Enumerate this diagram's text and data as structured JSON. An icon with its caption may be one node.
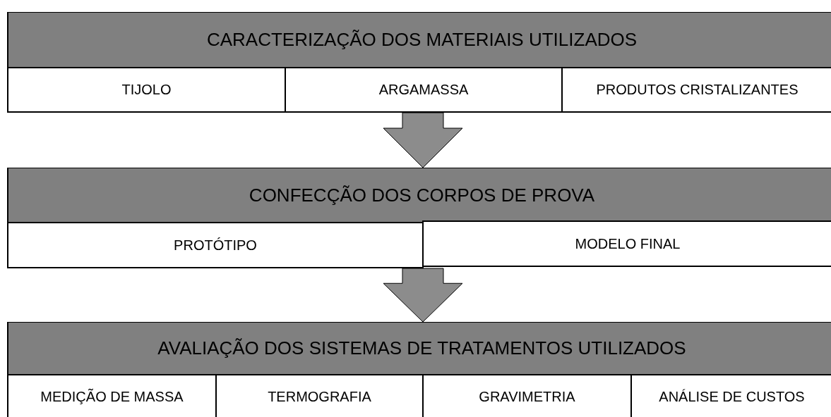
{
  "diagram": {
    "nodes": [
      {
        "text": [
          "CARACTERIZAÇÃO DOS MATERIAIS UTILIZADOS"
        ]
      },
      {
        "text": [
          "TIJOLO"
        ]
      },
      {
        "text": [
          "ARGAMASSA"
        ]
      },
      {
        "text": [
          "PRODUTOS CRISTALIZANTES"
        ]
      },
      {
        "text": [
          "CONFECÇÃO DOS CORPOS DE PROVA"
        ]
      },
      {
        "text": [
          "PROTÓTIPO"
        ]
      },
      {
        "text": [
          "MODELO FINAL"
        ]
      },
      {
        "text": [
          "AVALIAÇÃO DOS SISTEMAS DE TRATAMENTOS UTILIZADOS"
        ]
      },
      {
        "text": [
          "MEDIÇÃO DE MASSA"
        ]
      },
      {
        "text": [
          "TERMOGRAFIA"
        ]
      },
      {
        "text": [
          "GRAVIMETRIA"
        ]
      },
      {
        "text": [
          "ANÁLISE DE CUSTOS"
        ]
      }
    ],
    "edges": [
      {
        "from": 2,
        "to": 4,
        "arrow": "to"
      },
      {
        "from": 5,
        "to": 7,
        "arrow": "to"
      }
    ]
  }
}
